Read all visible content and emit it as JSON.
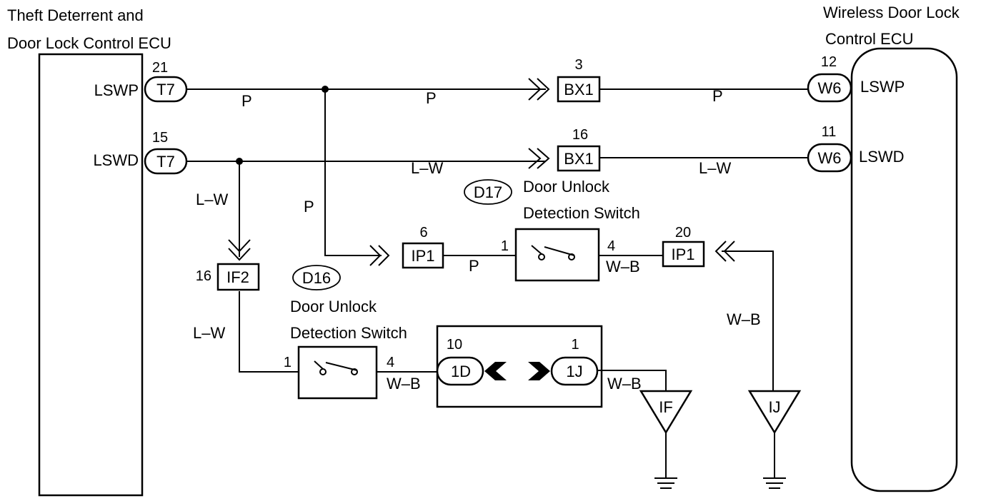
{
  "ecu_left": {
    "title_line1": "Theft Deterrent and",
    "title_line2": "Door Lock Control ECU",
    "lswp": "LSWP",
    "lswd": "LSWD"
  },
  "ecu_right": {
    "title_line1": "Wireless Door Lock",
    "title_line2": "Control ECU",
    "lswp": "LSWP",
    "lswd": "LSWD"
  },
  "connectors": {
    "t7_top": {
      "id": "T7",
      "pin": "21"
    },
    "t7_bottom": {
      "id": "T7",
      "pin": "15"
    },
    "bx1_top": {
      "id": "BX1",
      "pin": "3"
    },
    "bx1_bottom": {
      "id": "BX1",
      "pin": "16"
    },
    "w6_top": {
      "id": "W6",
      "pin": "12"
    },
    "w6_bottom": {
      "id": "W6",
      "pin": "11"
    },
    "if2": {
      "id": "IF2",
      "pin": "16"
    },
    "ip1_left": {
      "id": "IP1",
      "pin": "6"
    },
    "ip1_right": {
      "id": "IP1",
      "pin": "20"
    },
    "c1d": {
      "id": "1D",
      "pin": "10"
    },
    "c1j": {
      "id": "1J",
      "pin": "1"
    }
  },
  "switches": {
    "d17": {
      "code": "D17",
      "line1": "Door Unlock",
      "line2": "Detection Switch",
      "pin_in": "1",
      "pin_out": "4"
    },
    "d16": {
      "code": "D16",
      "line1": "Door Unlock",
      "line2": "Detection Switch",
      "pin_in": "1",
      "pin_out": "4"
    }
  },
  "wire_colors": {
    "p": "P",
    "lw": "L–W",
    "wb": "W–B"
  },
  "grounds": {
    "if": "IF",
    "ij": "IJ"
  }
}
